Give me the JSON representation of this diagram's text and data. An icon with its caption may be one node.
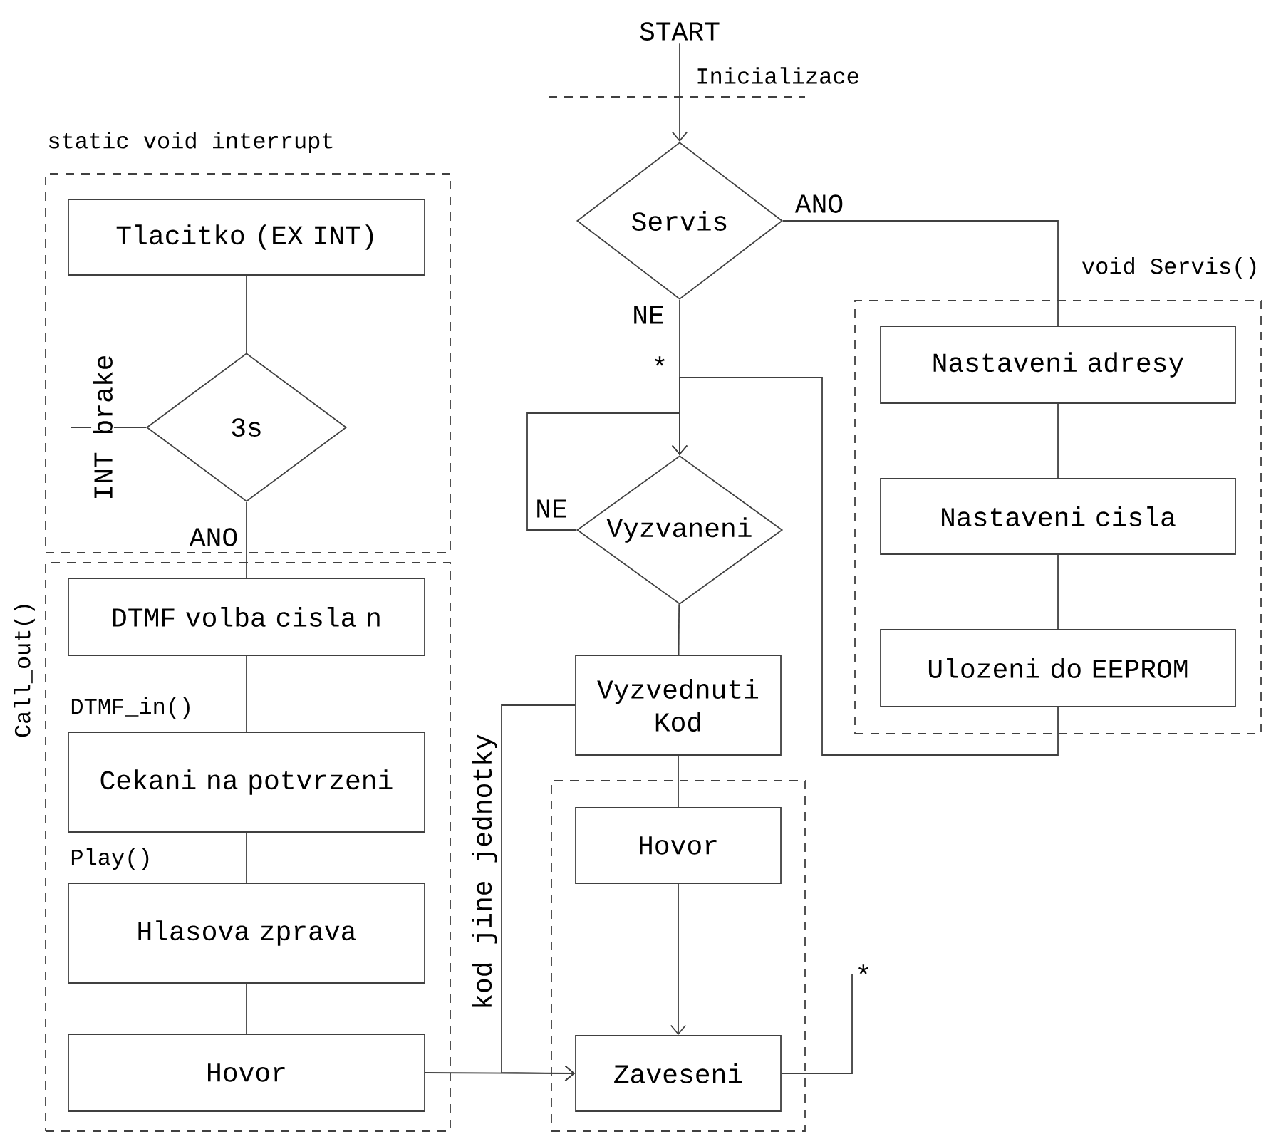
{
  "diagram": {
    "nodes": [
      {
        "text": [
          "START"
        ]
      },
      {
        "text": [
          "static void interrupt"
        ]
      },
      {
        "text": [
          "Tlacitko (EX INT)"
        ],
        "in": 1
      },
      {
        "text": [
          "3s"
        ],
        "in": 1
      },
      {
        "text": [
          "Call_out()"
        ]
      },
      {
        "text": [
          "DTMF volba cisla n"
        ],
        "in": 4
      },
      {
        "text": [
          "Cekani na potvrzeni"
        ],
        "in": 4,
        "beside": [
          "DTMF_in()"
        ]
      },
      {
        "text": [
          "Hlasova zprava"
        ],
        "in": 4,
        "beside": [
          "Play()"
        ]
      },
      {
        "text": [
          "Hovor"
        ],
        "in": 4
      },
      {
        "text": [
          "Servis"
        ]
      },
      {
        "text": [
          "Vyzvaneni"
        ]
      },
      {
        "text": [
          "Vyzvednuti Kod"
        ]
      },
      {
        "text": [],
        "shape": "box"
      },
      {
        "text": [
          "Hovor"
        ],
        "in": 12
      },
      {
        "text": [
          "Zaveseni"
        ],
        "in": 12
      },
      {
        "text": [
          "void Servis()"
        ]
      },
      {
        "text": [
          "Nastaveni adresy"
        ],
        "in": 15
      },
      {
        "text": [
          "Nastaveni cisla"
        ],
        "in": 15
      },
      {
        "text": [
          "Ulozeni do EEPROM"
        ],
        "in": 15
      },
      {
        "text": [
          "*"
        ]
      }
    ],
    "edges": [
      {
        "from": 0,
        "to": 9,
        "arrow": "to"
      },
      {
        "from": 9,
        "to": 16,
        "arrow": "none",
        "label": "ANO"
      },
      {
        "from": 9,
        "to": 10,
        "arrow": "none",
        "label": "NE"
      },
      {
        "from": 10,
        "to": 10,
        "arrow": "to",
        "label": "NE"
      },
      {
        "from": 10,
        "to": 11,
        "arrow": "none"
      },
      {
        "from": 2,
        "to": 3,
        "arrow": "none"
      },
      {
        "from": 3,
        "to": 5,
        "arrow": "none",
        "label": "ANO"
      },
      {
        "from": 5,
        "to": 6,
        "arrow": "none"
      },
      {
        "from": 6,
        "to": 7,
        "arrow": "none"
      },
      {
        "from": 7,
        "to": 8,
        "arrow": "none"
      },
      {
        "from": 8,
        "to": 14,
        "arrow": "to"
      },
      {
        "from": 11,
        "to": 14,
        "arrow": "to",
        "label": "kod jine jednotky"
      },
      {
        "from": 11,
        "to": 13,
        "arrow": "none"
      },
      {
        "from": 13,
        "to": 14,
        "arrow": "to"
      },
      {
        "from": 14,
        "to": 19,
        "arrow": "none"
      },
      {
        "from": 16,
        "to": 17,
        "arrow": "none"
      },
      {
        "from": 17,
        "to": 18,
        "arrow": "none"
      },
      {
        "from": 18,
        "to": 10,
        "arrow": "to"
      },
      {
        "from": null,
        "to": 3,
        "arrow": "none",
        "label": "INT brake"
      }
    ],
    "labels": [
      "Inicializace",
      "*"
    ]
  }
}
